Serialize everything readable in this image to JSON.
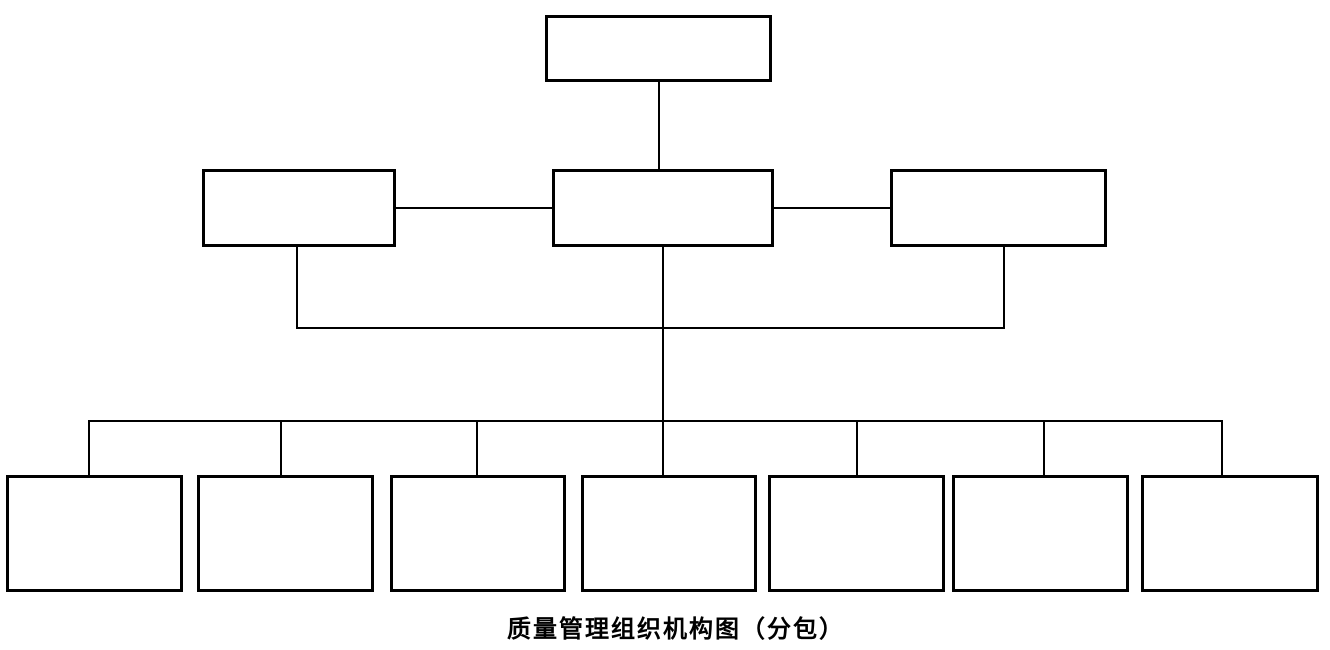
{
  "caption": "质量管理组织机构图（分包）",
  "colors": {
    "background": "#ffffff",
    "line": "#000000",
    "box_fill": "#ffffff"
  },
  "diagram": {
    "type": "org-chart",
    "levels": 3,
    "top_node": {
      "label": ""
    },
    "middle_nodes": [
      {
        "label": ""
      },
      {
        "label": ""
      },
      {
        "label": ""
      }
    ],
    "bottom_nodes": [
      {
        "label": ""
      },
      {
        "label": ""
      },
      {
        "label": ""
      },
      {
        "label": ""
      },
      {
        "label": ""
      },
      {
        "label": ""
      },
      {
        "label": ""
      }
    ],
    "edges": [
      "top-node — middle-center-node (vertical)",
      "middle-left-node — middle-center-node (horizontal)",
      "middle-center-node — middle-right-node (horizontal)",
      "middle-left-node — middle-right-node (U-shaped connector below middle row)",
      "middle-center-node — distribution bus (long vertical)",
      "distribution bus — each of the 7 bottom nodes (vertical drops)"
    ]
  }
}
